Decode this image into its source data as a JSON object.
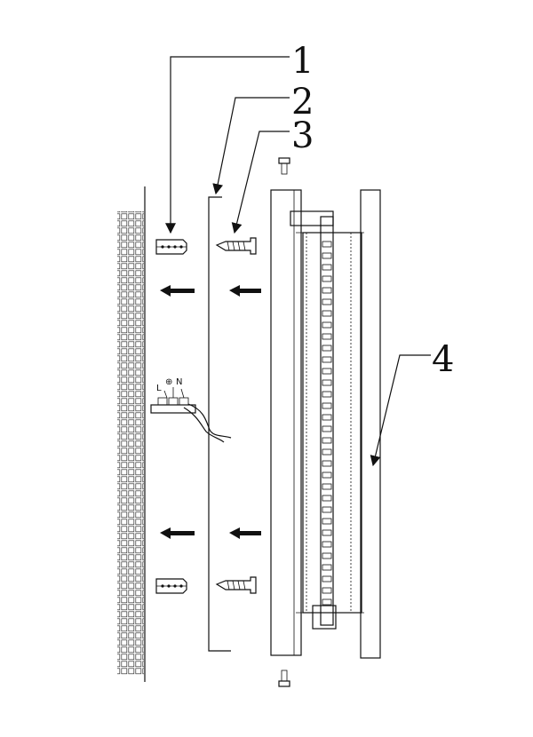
{
  "callouts": [
    "1",
    "2",
    "3",
    "4"
  ],
  "wiring": {
    "live": "L",
    "earth": "⊕",
    "neutral": "N"
  }
}
